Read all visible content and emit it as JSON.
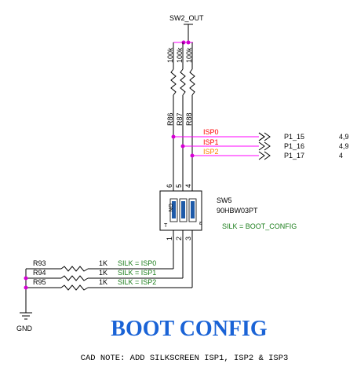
{
  "power_net": "SW2_OUT",
  "ground_label": "GND",
  "pullups": [
    {
      "ref": "R86",
      "value": "100k"
    },
    {
      "ref": "R87",
      "value": "100k"
    },
    {
      "ref": "R88",
      "value": "100k"
    }
  ],
  "nets": [
    {
      "name": "ISP0",
      "port": "P1_15",
      "pages": "4,9",
      "color": "#ff0000"
    },
    {
      "name": "ISP1",
      "port": "P1_16",
      "pages": "4,9",
      "color": "#ff0000"
    },
    {
      "name": "ISP2",
      "port": "P1_17",
      "pages": "4",
      "color": "#ff7f00"
    }
  ],
  "switch": {
    "ref": "SW5",
    "part": "90HBW03PT",
    "silk": "SILK = BOOT_CONFIG",
    "on_label": "ON",
    "pin_top": [
      "6",
      "5",
      "4"
    ],
    "pin_bottom": [
      "1",
      "2",
      "3"
    ],
    "body_marks": [
      "T",
      "ε"
    ]
  },
  "series_resistors": [
    {
      "ref": "R93",
      "value": "1K",
      "silk": "SILK = ISP0"
    },
    {
      "ref": "R94",
      "value": "1K",
      "silk": "SILK = ISP1"
    },
    {
      "ref": "R95",
      "value": "1K",
      "silk": "SILK = ISP2"
    }
  ],
  "title": "BOOT CONFIG",
  "note": "CAD NOTE: ADD SILKSCREEN ISP1, ISP2 & ISP3",
  "colors": {
    "title": "#1a63d6",
    "silk": "#1a7d1a",
    "net": "#ff0000",
    "net_alt": "#ff7f00",
    "junction": "#d400d4",
    "switch_actuator": "#1e5aa8"
  }
}
